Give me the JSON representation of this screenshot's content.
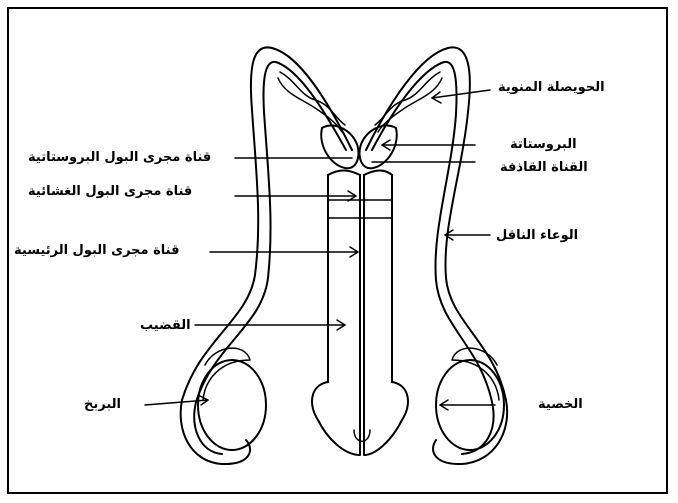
{
  "labels": {
    "seminal_vesicle": "الحويصلة المنوية",
    "prostate": "البروستاتة",
    "ejaculatory_duct": "القناة القاذفة",
    "vas_deferens": "الوعاء الناقل",
    "testis": "الخصية",
    "prostatic_urethra": "قناة مجرى البول البروستاتية",
    "membranous_urethra": "قناة مجرى البول الغشائية",
    "main_urethra": "قناة مجرى البول الرئيسية",
    "penis": "القضيب",
    "epididymis": "البربخ"
  }
}
